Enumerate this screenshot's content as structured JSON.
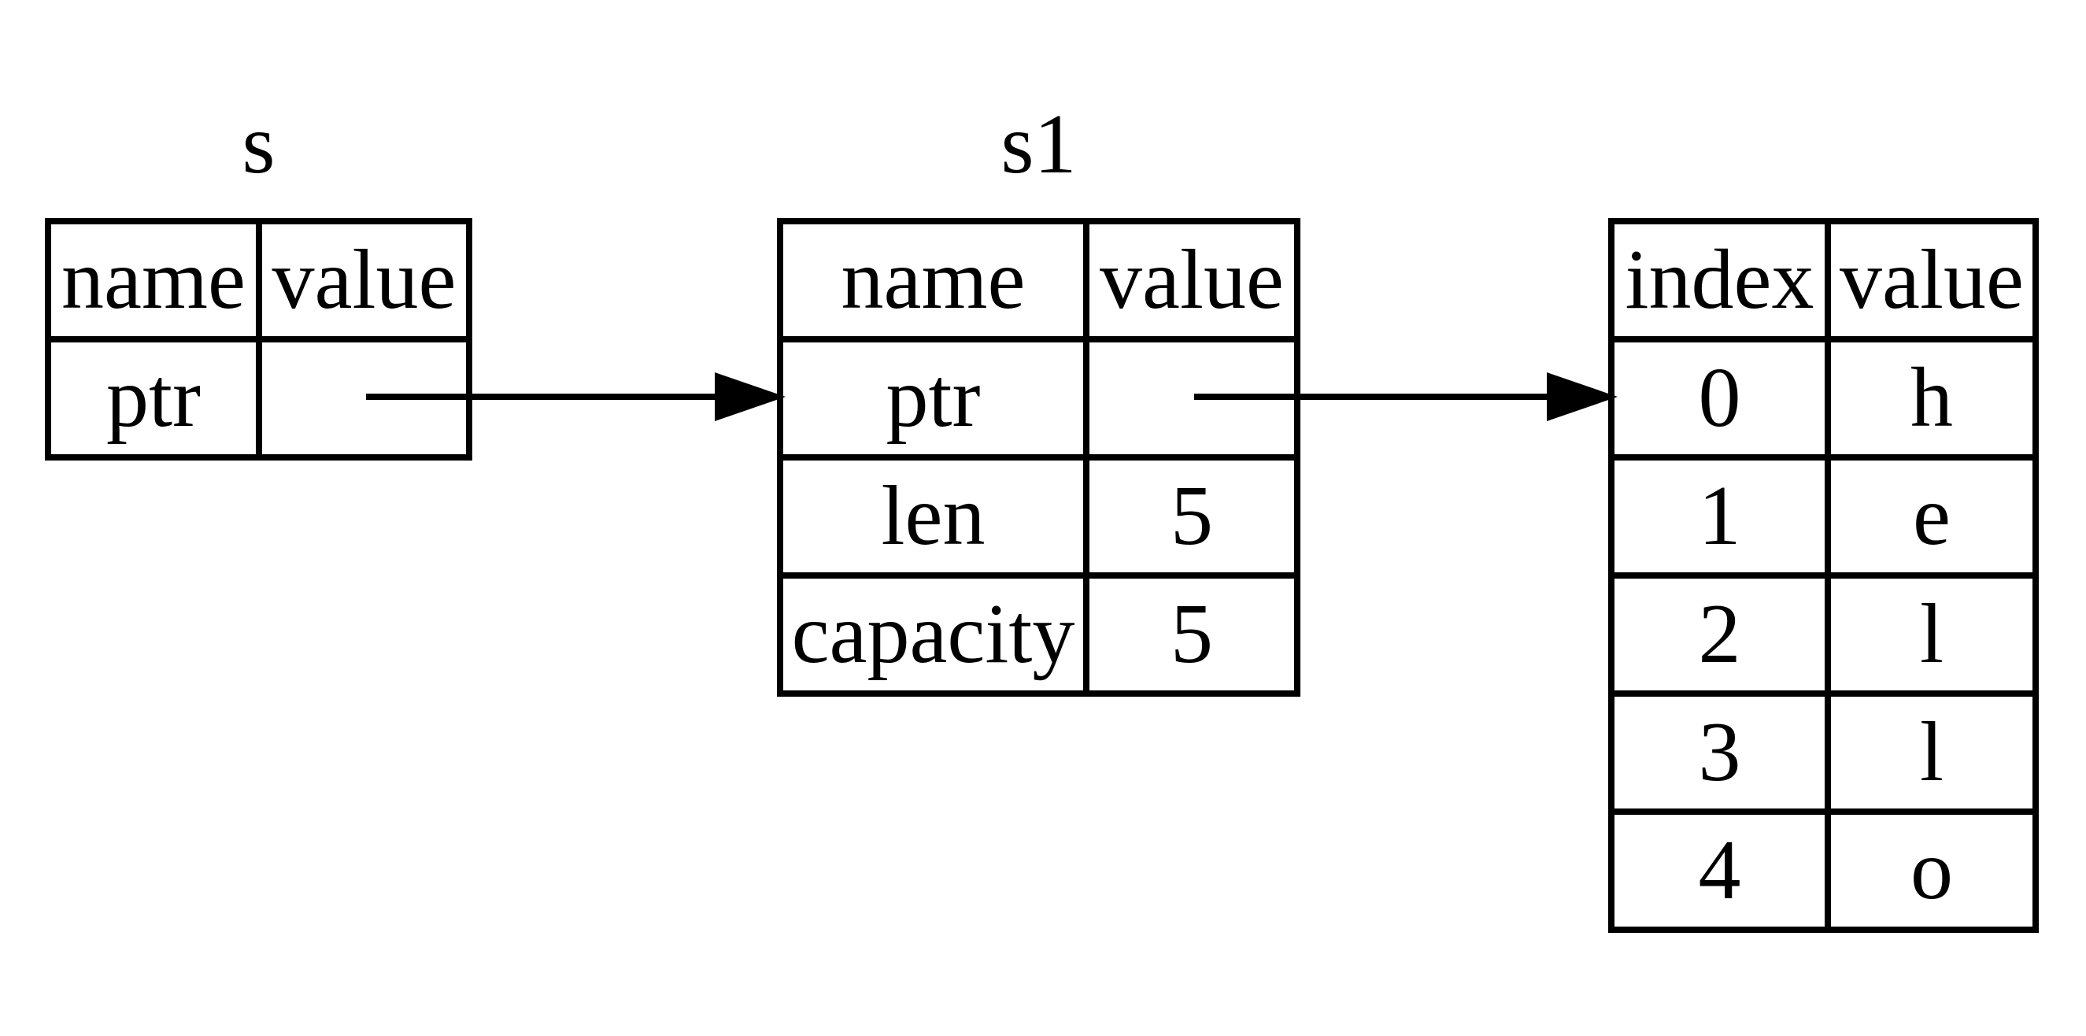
{
  "colors": {
    "background": "#ffffff",
    "line": "#000000",
    "text": "#000000"
  },
  "tables": [
    {
      "id": "s",
      "title": "s",
      "headers": [
        "name",
        "value"
      ],
      "rows": [
        [
          "ptr",
          ""
        ]
      ]
    },
    {
      "id": "s1",
      "title": "s1",
      "headers": [
        "name",
        "value"
      ],
      "rows": [
        [
          "ptr",
          ""
        ],
        [
          "len",
          "5"
        ],
        [
          "capacity",
          "5"
        ]
      ]
    },
    {
      "id": "heap",
      "title": "",
      "headers": [
        "index",
        "value"
      ],
      "rows": [
        [
          "0",
          "h"
        ],
        [
          "1",
          "e"
        ],
        [
          "2",
          "l"
        ],
        [
          "3",
          "l"
        ],
        [
          "4",
          "o"
        ]
      ]
    }
  ],
  "arrows": [
    {
      "from": "s.ptr.value",
      "to": "s1"
    },
    {
      "from": "s1.ptr.value",
      "to": "heap"
    }
  ]
}
